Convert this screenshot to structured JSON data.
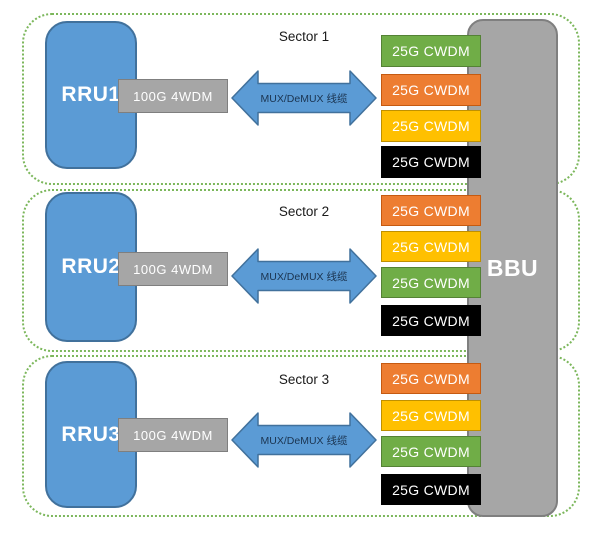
{
  "colors": {
    "blue": "#5B9BD5",
    "blue_dark": "#41719C",
    "gray": "#A6A6A6",
    "gray_dark": "#7F7F7F",
    "green": "#70AD47",
    "green_dark": "#548235",
    "orange": "#ED7D31",
    "orange_dark": "#C55A11",
    "yellow": "#FFC000",
    "yellow_dark": "#BF9000",
    "black": "#000000",
    "dash_green": "#7CB75C",
    "arrow_text": "#1B3450",
    "title_text": "#1A1A1A"
  },
  "bbu": {
    "label": "BBU"
  },
  "sectors": [
    {
      "title": "Sector 1",
      "rru": "RRU1",
      "wdm": "100G 4WDM",
      "cable": "MUX/DeMUX 线缆",
      "transceivers": [
        {
          "label": "25G CWDM",
          "color": "green"
        },
        {
          "label": "25G CWDM",
          "color": "orange"
        },
        {
          "label": "25G CWDM",
          "color": "yellow"
        },
        {
          "label": "25G CWDM",
          "color": "black"
        }
      ]
    },
    {
      "title": "Sector 2",
      "rru": "RRU2",
      "wdm": "100G 4WDM",
      "cable": "MUX/DeMUX 线缆",
      "transceivers": [
        {
          "label": "25G CWDM",
          "color": "orange"
        },
        {
          "label": "25G CWDM",
          "color": "yellow"
        },
        {
          "label": "25G CWDM",
          "color": "green"
        },
        {
          "label": "25G CWDM",
          "color": "black"
        }
      ]
    },
    {
      "title": "Sector 3",
      "rru": "RRU3",
      "wdm": "100G 4WDM",
      "cable": "MUX/DeMUX 线缆",
      "transceivers": [
        {
          "label": "25G CWDM",
          "color": "orange"
        },
        {
          "label": "25G CWDM",
          "color": "yellow"
        },
        {
          "label": "25G CWDM",
          "color": "green"
        },
        {
          "label": "25G CWDM",
          "color": "black"
        }
      ]
    }
  ]
}
